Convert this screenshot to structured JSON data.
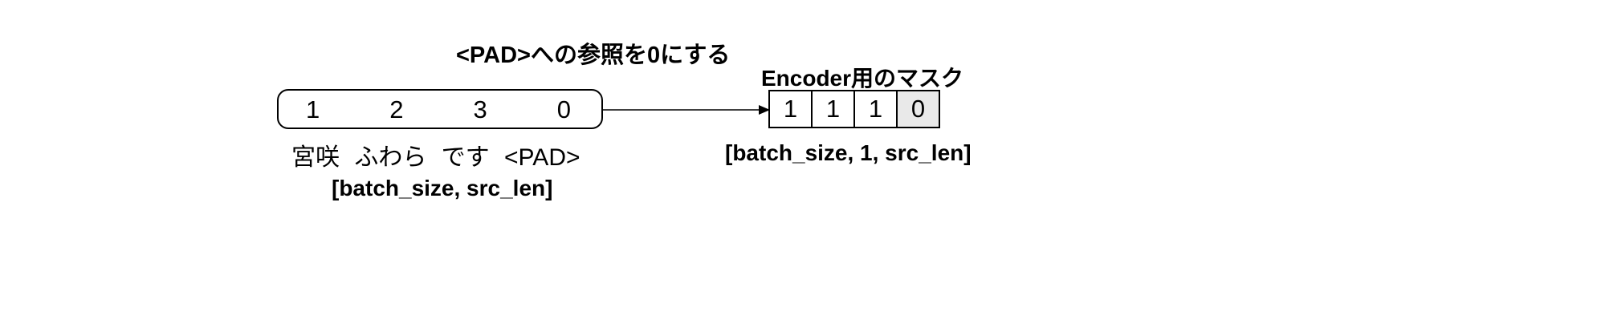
{
  "diagram": {
    "annotation": "<PAD>への参照を0にする",
    "mask_title": "Encoder用のマスク",
    "input": {
      "values": [
        "1",
        "2",
        "3",
        "0"
      ],
      "tokens": "宮咲 ふわら です <PAD>",
      "shape": "[batch_size, src_len]"
    },
    "mask": {
      "values": [
        "1",
        "1",
        "1",
        "0"
      ],
      "shape": "[batch_size, 1, src_len]"
    },
    "colors": {
      "pad_cell_bg": "#e9e9e9",
      "line": "#000000"
    }
  }
}
